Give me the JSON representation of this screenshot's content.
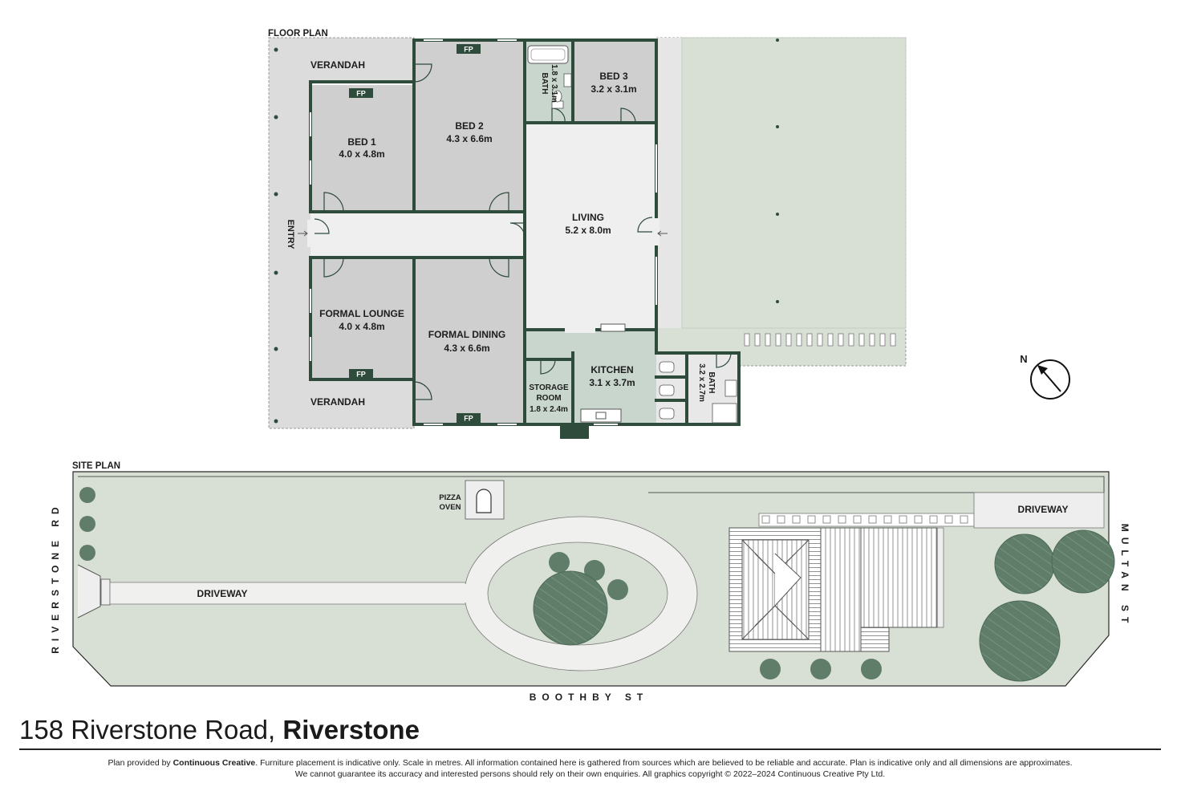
{
  "headings": {
    "floor_plan": "FLOOR PLAN",
    "site_plan": "SITE PLAN"
  },
  "colors": {
    "wall": "#2f4b3c",
    "room_floor": "#cfcfcf",
    "hall_floor": "#efefef",
    "wet_floor": "#c9d6cd",
    "verandah": "#dcdcdc",
    "lawn": "#d8dfd5",
    "tree": "#5f7d68",
    "path": "#f0f0ee"
  },
  "rooms": {
    "verandah_top": {
      "name": "VERANDAH"
    },
    "verandah_bottom": {
      "name": "VERANDAH"
    },
    "bed1": {
      "name": "BED 1",
      "dims": "4.0 x 4.8m"
    },
    "bed2": {
      "name": "BED 2",
      "dims": "4.3 x 6.6m"
    },
    "bed3": {
      "name": "BED 3",
      "dims": "3.2 x 3.1m"
    },
    "bath_top": {
      "name": "BATH",
      "dims": "1.8 x 3.1m"
    },
    "living": {
      "name": "LIVING",
      "dims": "5.2 x 8.0m"
    },
    "entry": {
      "name": "ENTRY"
    },
    "formal_lounge": {
      "name": "FORMAL LOUNGE",
      "dims": "4.0 x 4.8m"
    },
    "formal_dining": {
      "name": "FORMAL DINING",
      "dims": "4.3 x 6.6m"
    },
    "kitchen": {
      "name": "KITCHEN",
      "dims": "3.1 x 3.7m"
    },
    "storage": {
      "name_line1": "STORAGE",
      "name_line2": "ROOM",
      "dims": "1.8 x 2.4m"
    },
    "bath_bottom": {
      "name": "BATH",
      "dims": "3.2 x 2.7m"
    }
  },
  "fireplace_label": "FP",
  "site": {
    "pizza_oven_line1": "PIZZA",
    "pizza_oven_line2": "OVEN",
    "driveway_main": "DRIVEWAY",
    "driveway_right": "DRIVEWAY",
    "street_left": "RIVERSTONE RD",
    "street_right": "MULTAN ST",
    "street_bottom": "BOOTHBY ST"
  },
  "compass": {
    "label": "N"
  },
  "address": {
    "street": "158 Riverstone Road, ",
    "suburb": "Riverstone"
  },
  "disclaimer": {
    "prefix": "Plan provided by ",
    "company": "Continuous Creative",
    "line1_rest": ". Furniture placement is indicative only. Scale in metres. All information contained here is gathered from sources which are believed to be reliable and accurate. Plan is indicative only and all dimensions are approximates.",
    "line2": "We cannot guarantee its accuracy and interested persons should rely on their own enquiries. All graphics copyright © 2022–2024 Continuous Creative Pty Ltd."
  }
}
